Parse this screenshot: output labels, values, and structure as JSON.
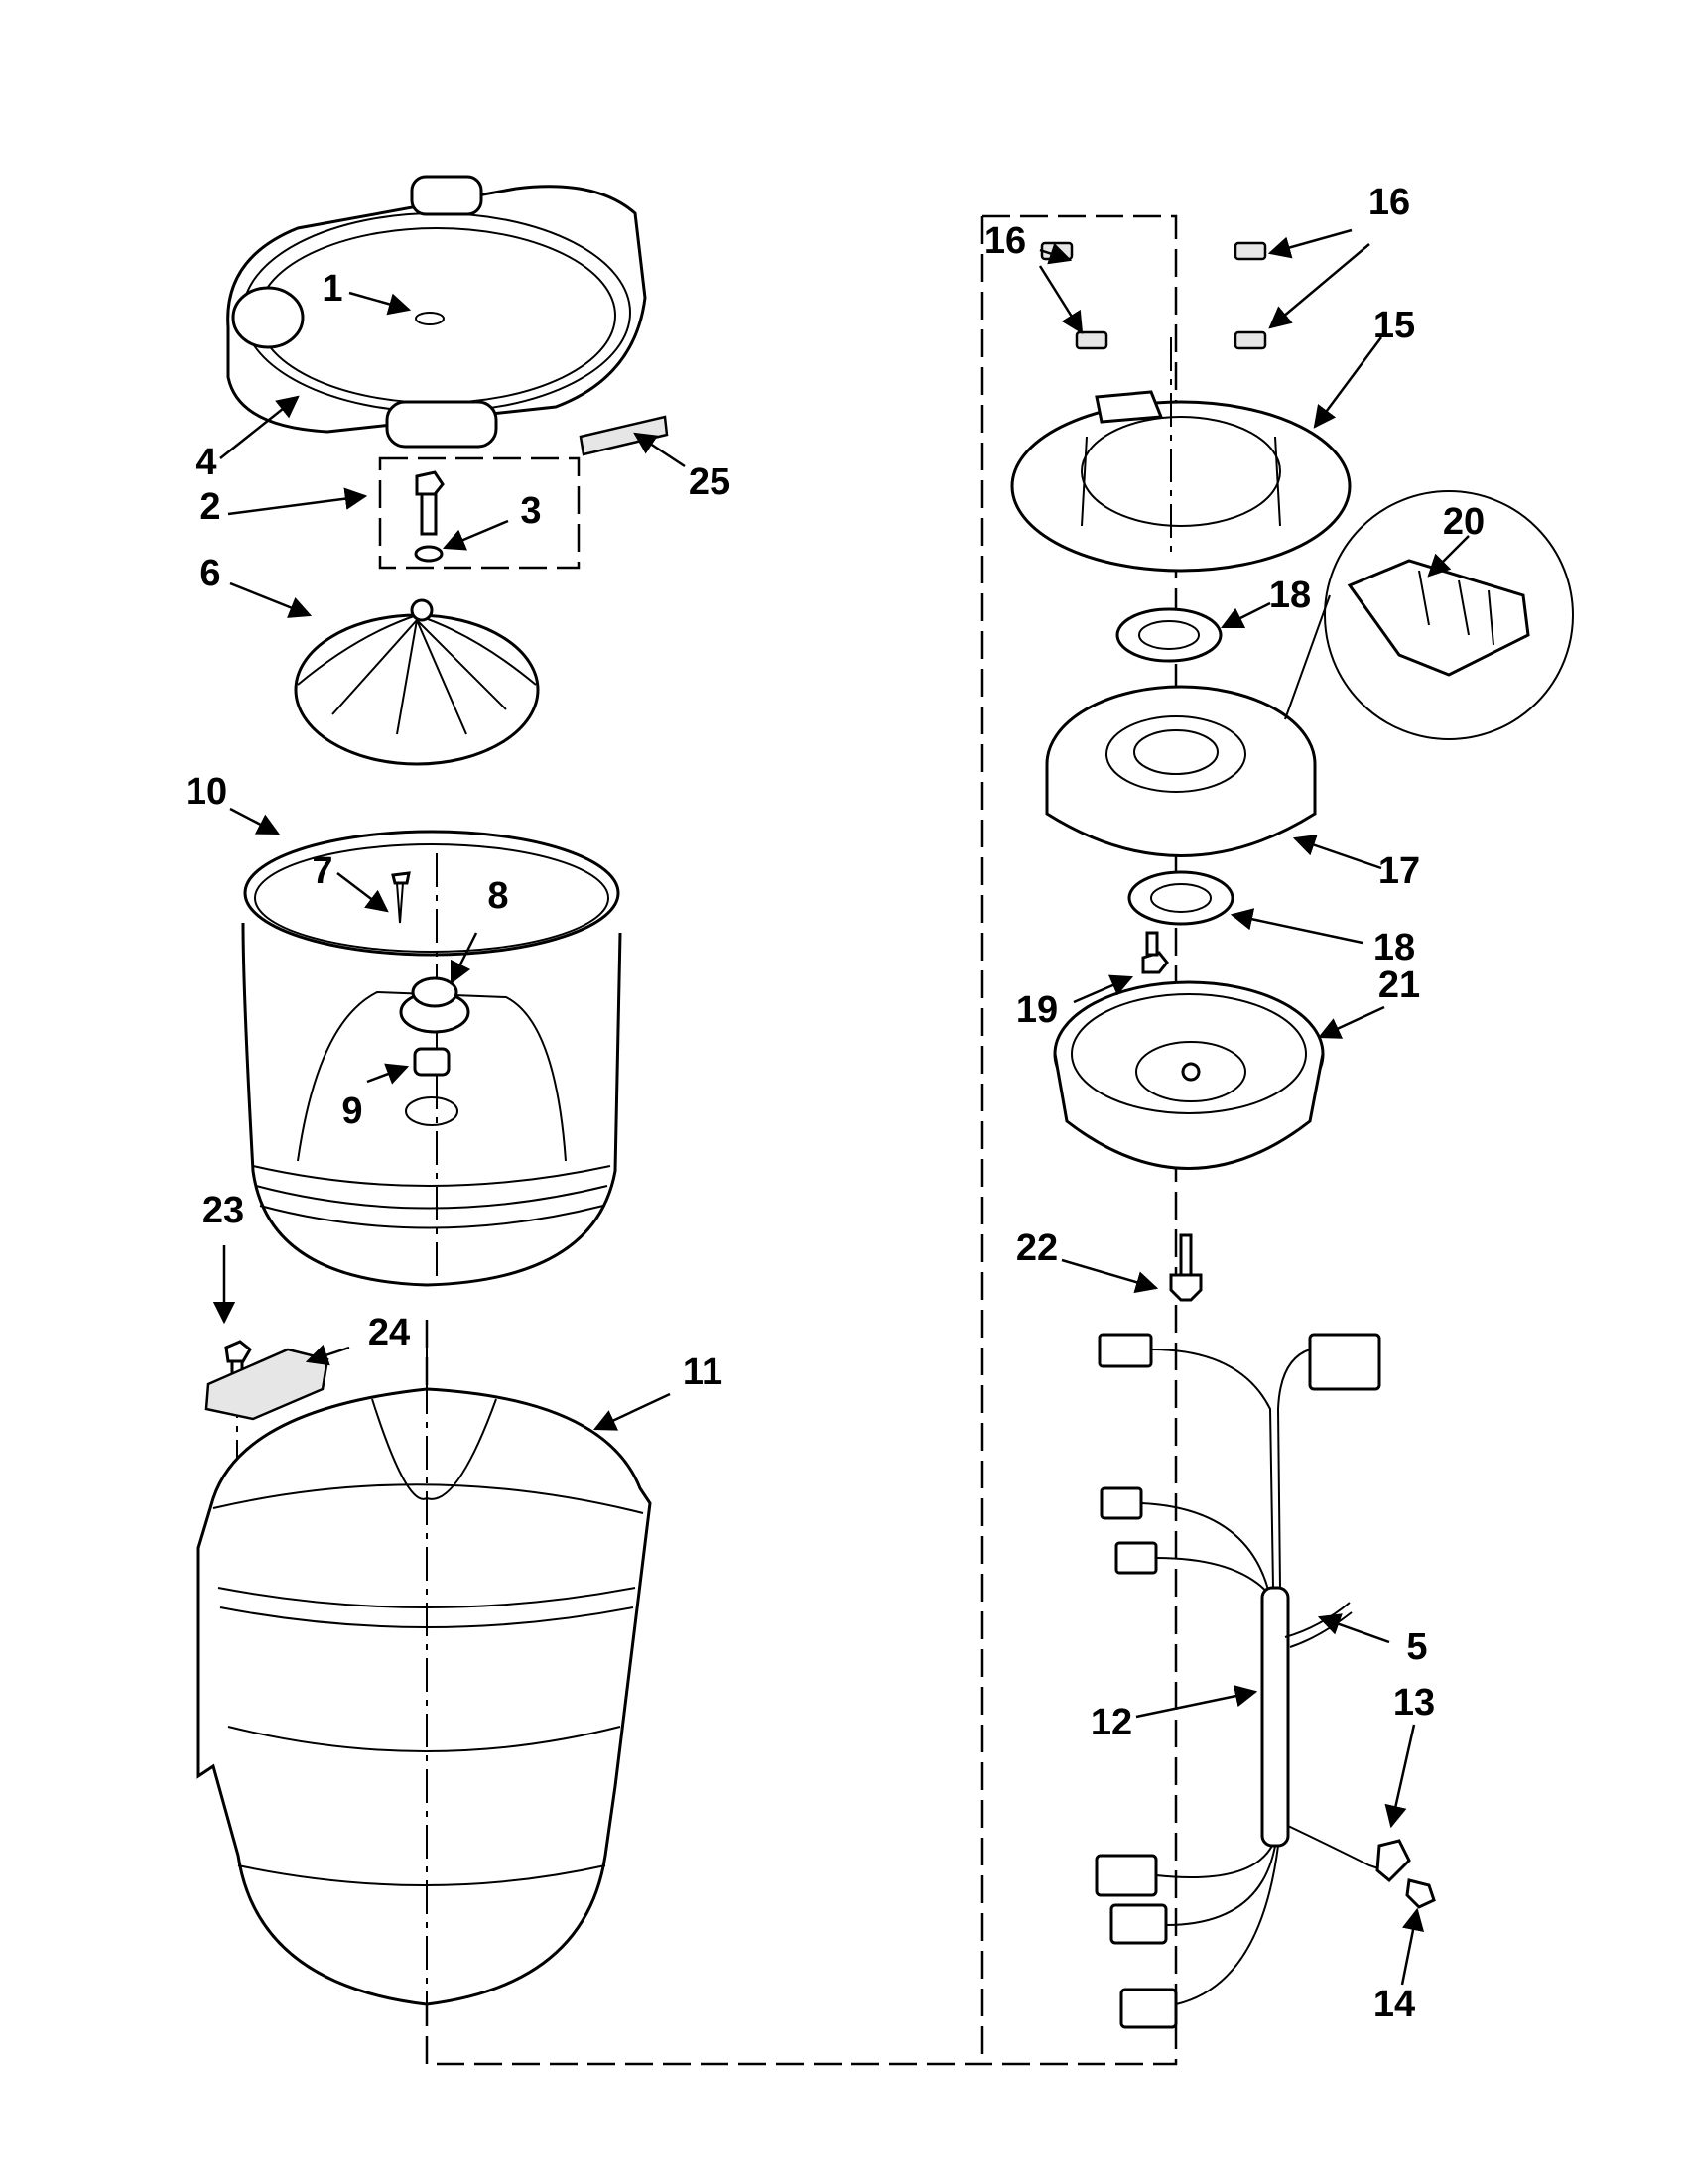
{
  "labels": {
    "p1": "1",
    "p2": "2",
    "p3": "3",
    "p4": "4",
    "p5": "5",
    "p6": "6",
    "p7": "7",
    "p8": "8",
    "p9": "9",
    "p10": "10",
    "p11": "11",
    "p12": "12",
    "p13": "13",
    "p14": "14",
    "p15": "15",
    "p16a": "16",
    "p16b": "16",
    "p17": "17",
    "p18a": "18",
    "p18b": "18",
    "p19": "19",
    "p20": "20",
    "p21": "21",
    "p22": "22",
    "p23": "23",
    "p24": "24",
    "p25": "25"
  }
}
